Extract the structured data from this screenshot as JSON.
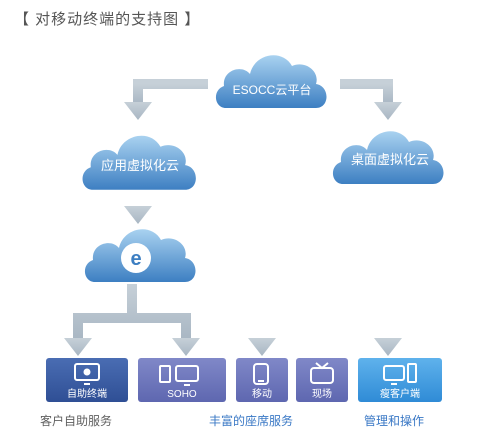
{
  "title": "【 对移动终端的支持图 】",
  "clouds": {
    "root": "ESOCC云平台",
    "app": "应用虚拟化云",
    "desktop": "桌面虚拟化云",
    "browser_glyph": "e"
  },
  "devices": [
    {
      "label": "自助终端",
      "icon": "monitor-icon"
    },
    {
      "label": "SOHO",
      "icon": "pc-icon"
    },
    {
      "label": "移动",
      "icon": "phone-icon"
    },
    {
      "label": "现场",
      "icon": "tv-icon"
    },
    {
      "label": "瘦客户端",
      "icon": "thin-client-icon"
    }
  ],
  "groups": {
    "self_service": "客户自助服务",
    "seat": "丰富的座席服务",
    "management": "管理和操作"
  },
  "colors": {
    "cloud_light": "#a9d2f0",
    "cloud_dark": "#3d7fc2",
    "arrow": "#b3c0cc",
    "device_dark": "#3c5ea6",
    "device_mid": "#6f77bd",
    "device_light": "#3d9be0",
    "group_text": "#3a78c5"
  }
}
